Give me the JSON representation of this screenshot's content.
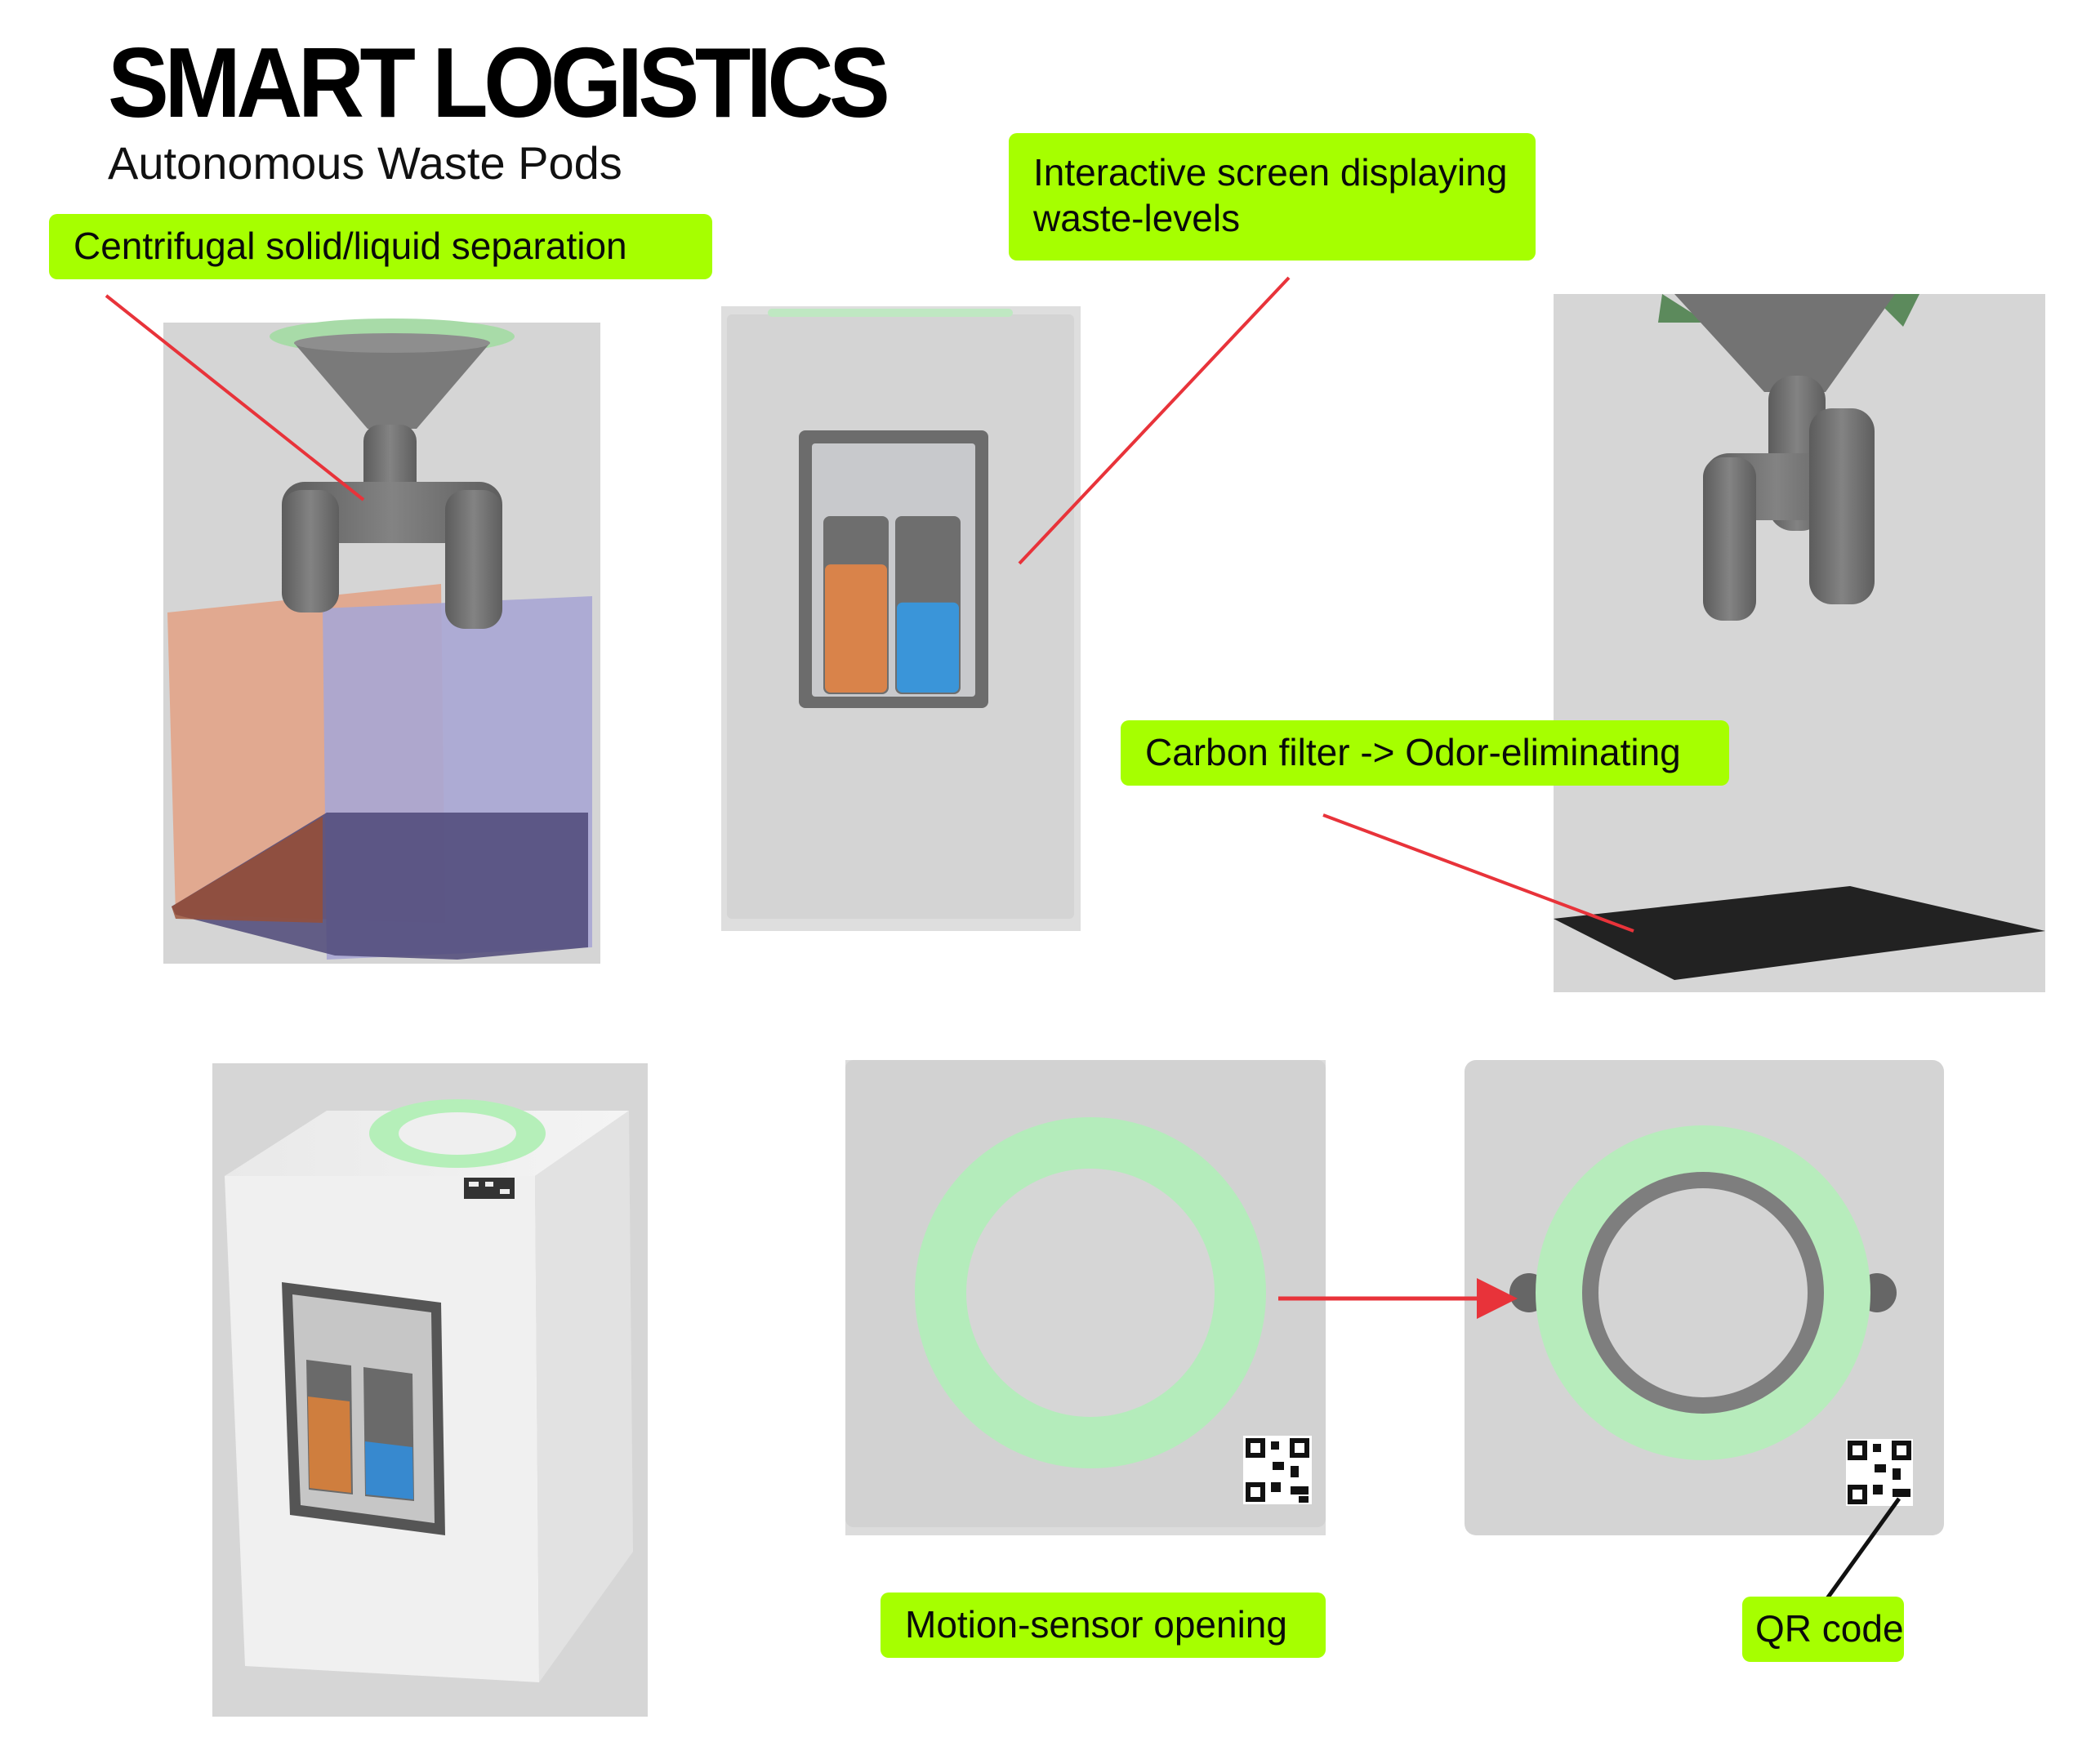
{
  "header": {
    "title": "SMART LOGISTICS",
    "subtitle": "Autonomous Waste Pods"
  },
  "callouts": {
    "centrifugal": "Centrifugal solid/liquid separation",
    "screen_line1": "Interactive screen displaying",
    "screen_line2": "waste-levels",
    "carbon": "Carbon filter -> Odor-eliminating",
    "motion": "Motion-sensor opening",
    "qr": "QR code"
  },
  "colors": {
    "callout_green": "#a6ff00",
    "ring_green": "#b8f0be",
    "arrow_red": "#e8333a",
    "solid_orange": "#d9834a",
    "liquid_blue": "#3a95d9",
    "pod_grey": "#d6d6d6",
    "pipe_grey": "#707070"
  },
  "indicators": {
    "solid_fill_level": 0.74,
    "liquid_fill_level": 0.52
  }
}
